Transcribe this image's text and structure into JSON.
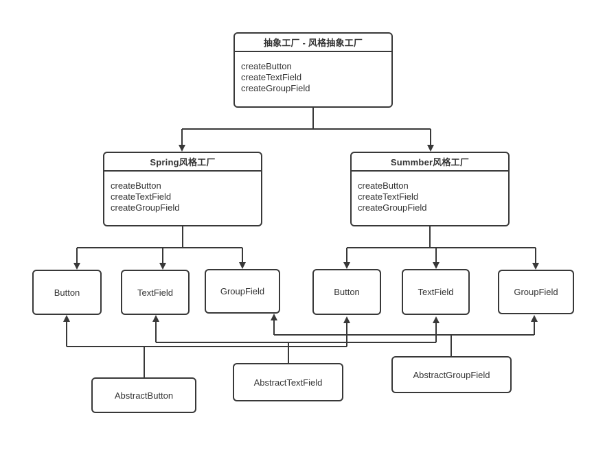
{
  "colors": {
    "line": "#383838",
    "text": "#333333",
    "background": "#ffffff",
    "node_fill": "#ffffff"
  },
  "classes": {
    "abstract_factory": {
      "title": "抽象工厂 - 风格抽象工厂",
      "methods": [
        "createButton",
        "createTextField",
        "createGroupField"
      ]
    },
    "spring_factory": {
      "title": "Spring风格工厂",
      "methods": [
        "createButton",
        "createTextField",
        "createGroupField"
      ]
    },
    "summber_factory": {
      "title": "Summber风格工厂",
      "methods": [
        "createButton",
        "createTextField",
        "createGroupField"
      ]
    },
    "spring_button": {
      "label": "Button"
    },
    "spring_textfield": {
      "label": "TextField"
    },
    "spring_groupfield": {
      "label": "GroupField"
    },
    "summber_button": {
      "label": "Button"
    },
    "summber_textfield": {
      "label": "TextField"
    },
    "summber_groupfield": {
      "label": "GroupField"
    },
    "abstract_button": {
      "label": "AbstractButton"
    },
    "abstract_textfield": {
      "label": "AbstractTextField"
    },
    "abstract_groupfield": {
      "label": "AbstractGroupField"
    }
  }
}
